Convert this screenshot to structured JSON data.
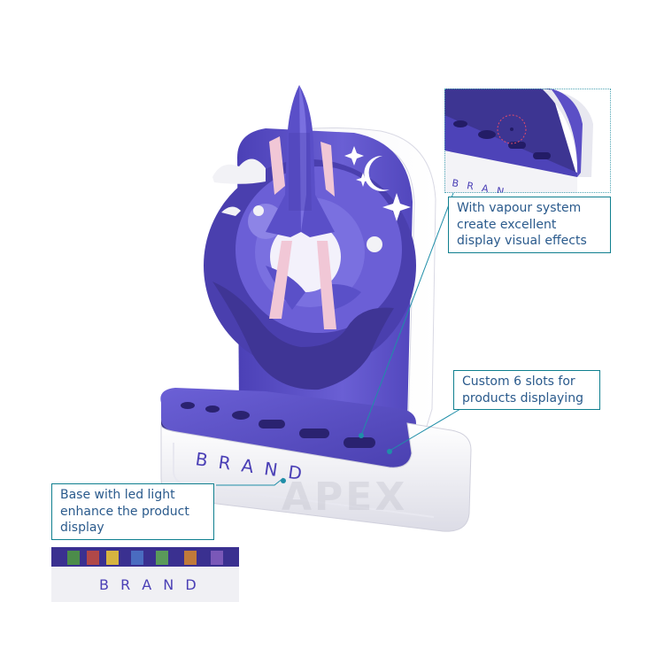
{
  "product": {
    "brand_text": "B R A N D",
    "watermark": "APEX"
  },
  "callouts": {
    "vapour": {
      "lines": [
        "With vapour system",
        "create excellent",
        "display visual effects"
      ]
    },
    "slots": {
      "lines": [
        "Custom 6 slots for",
        "products displaying"
      ]
    },
    "base": {
      "lines": [
        "Base with led light",
        "enhance the product",
        "display"
      ]
    }
  },
  "insets": {
    "top_detail_brand": "B R A N",
    "bottom_detail_brand": "B R A N D"
  },
  "colors": {
    "purple": "#5b4fc6",
    "dark_purple": "#3d3592",
    "light_purple": "#b4b2ef",
    "pink": "#f1c7d6",
    "callout_border": "#0f7f8f",
    "callout_text": "#2a5a8c",
    "leader_line": "#1f8ea8"
  }
}
